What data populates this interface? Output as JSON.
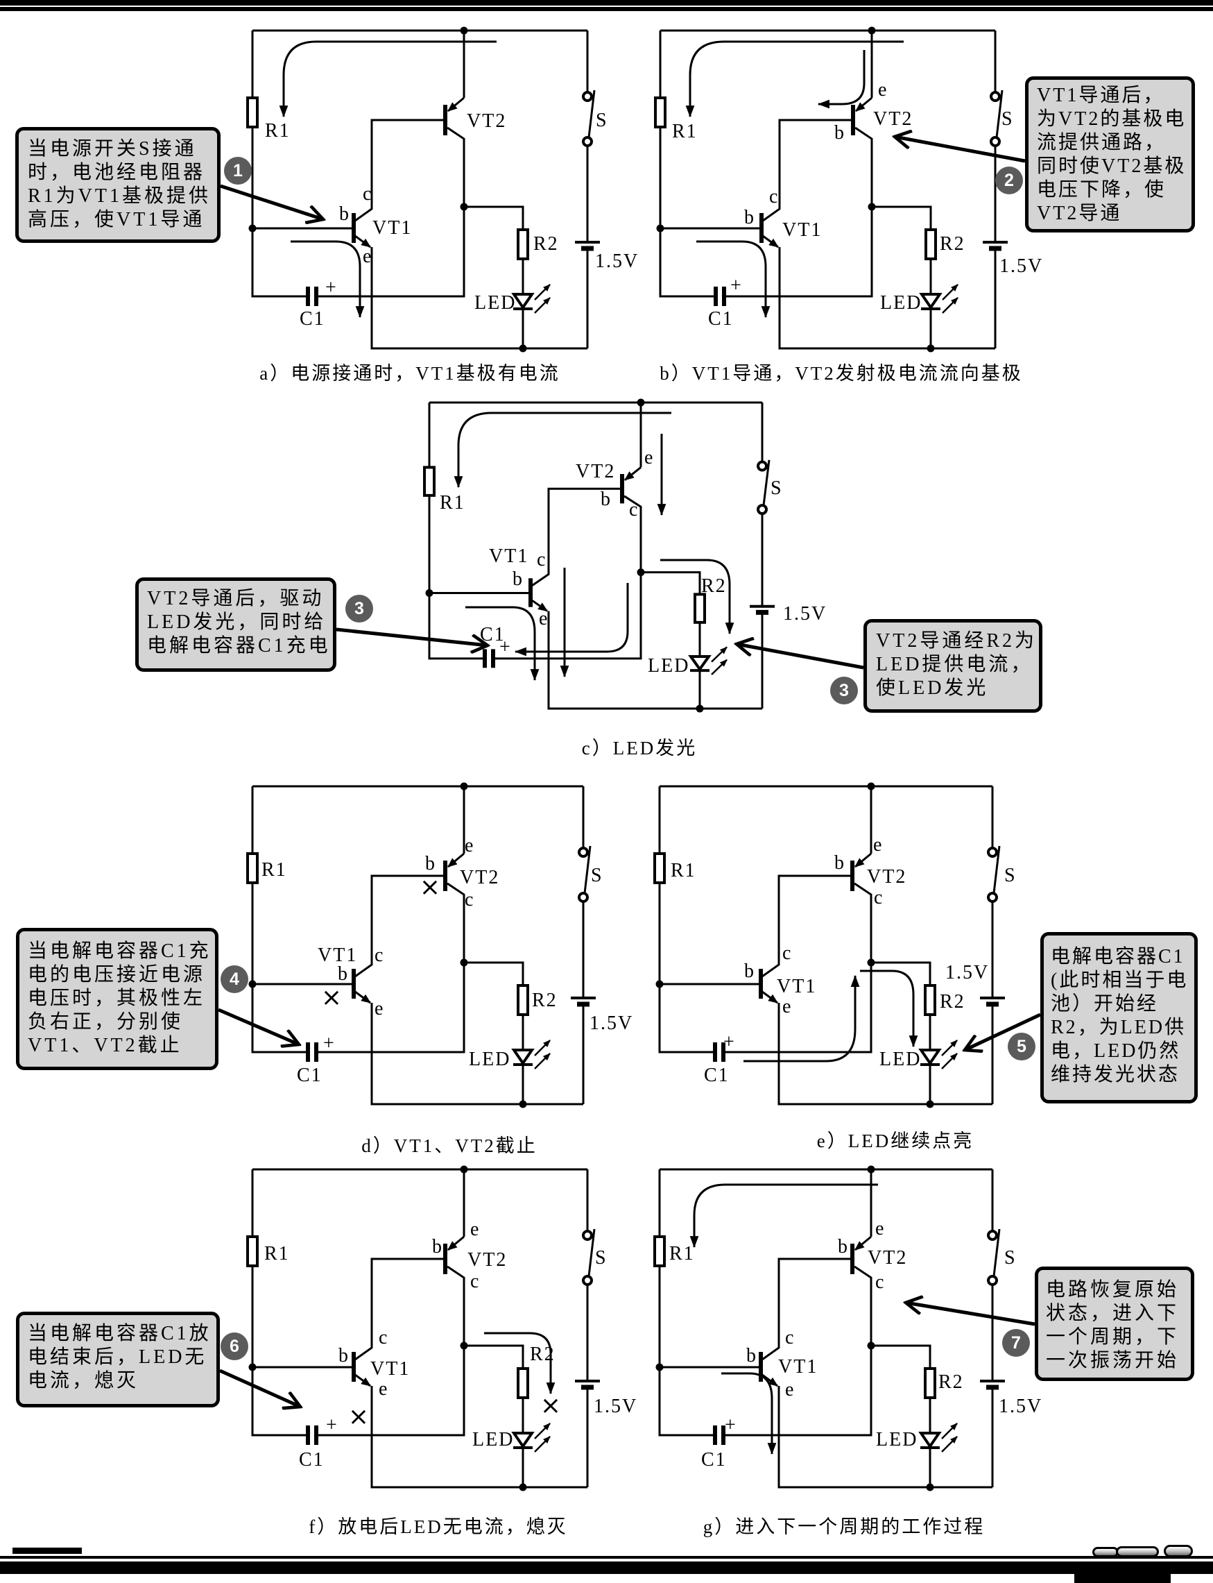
{
  "figure": {
    "panels": [
      {
        "id": "a",
        "caption": "a）电源接通时，VT1基极有电流"
      },
      {
        "id": "b",
        "caption": "b）VT1导通，VT2发射极电流流向基极"
      },
      {
        "id": "c",
        "caption": "c）LED发光"
      },
      {
        "id": "d",
        "caption": "d）VT1、VT2截止"
      },
      {
        "id": "e",
        "caption": "e）LED继续点亮"
      },
      {
        "id": "f",
        "caption": "f）放电后LED无电流，熄灭"
      },
      {
        "id": "g",
        "caption": "g）进入下一个周期的工作过程"
      }
    ],
    "component_labels": {
      "R1": "R1",
      "R2": "R2",
      "C1": "C1",
      "VT1": "VT1",
      "VT2": "VT2",
      "S": "S",
      "battery": "1.5V",
      "LED": "LED",
      "base": "b",
      "collector": "c",
      "emitter": "e",
      "capacitor_plus": "+",
      "cutoff_mark": "×"
    },
    "callouts": [
      {
        "step": "1",
        "panel": "a",
        "lines": [
          "当电源开关S接通",
          "时，电池经电阻器",
          "R1为VT1基极提供",
          "高压，使VT1导通"
        ]
      },
      {
        "step": "2",
        "panel": "b",
        "lines": [
          "VT1导通后，",
          "为VT2的基极电",
          "流提供通路，",
          "同时使VT2基极",
          "电压下降，使",
          "VT2导通"
        ]
      },
      {
        "step": "3",
        "panel": "c",
        "lines": [
          "VT2导通后，驱动",
          "LED发光，同时给",
          "电解电容器C1充电"
        ]
      },
      {
        "step": "3",
        "panel": "c",
        "lines": [
          "VT2导通经R2为",
          "LED提供电流，",
          "使LED发光"
        ]
      },
      {
        "step": "4",
        "panel": "d",
        "lines": [
          "当电解电容器C1充",
          "电的电压接近电源",
          "电压时，其极性左",
          "负右正，分别使",
          "VT1、VT2截止"
        ]
      },
      {
        "step": "5",
        "panel": "e",
        "lines": [
          "电解电容器C1",
          "(此时相当于电",
          "池）开始经",
          "R2，为LED供",
          "电，LED仍然",
          "维持发光状态"
        ]
      },
      {
        "step": "6",
        "panel": "f",
        "lines": [
          "当电解电容器C1放",
          "电结束后，LED无",
          "电流，熄灭"
        ]
      },
      {
        "step": "7",
        "panel": "g",
        "lines": [
          "电路恢复原始",
          "状态，进入下",
          "一个周期，下",
          "一次振荡开始"
        ]
      }
    ]
  },
  "colors": {
    "ink": "#000000",
    "callout_fill": "#d4d4d4",
    "badge_fill": "#5b5b5b",
    "badge_text": "#ffffff",
    "page_background": "#ffffff"
  }
}
